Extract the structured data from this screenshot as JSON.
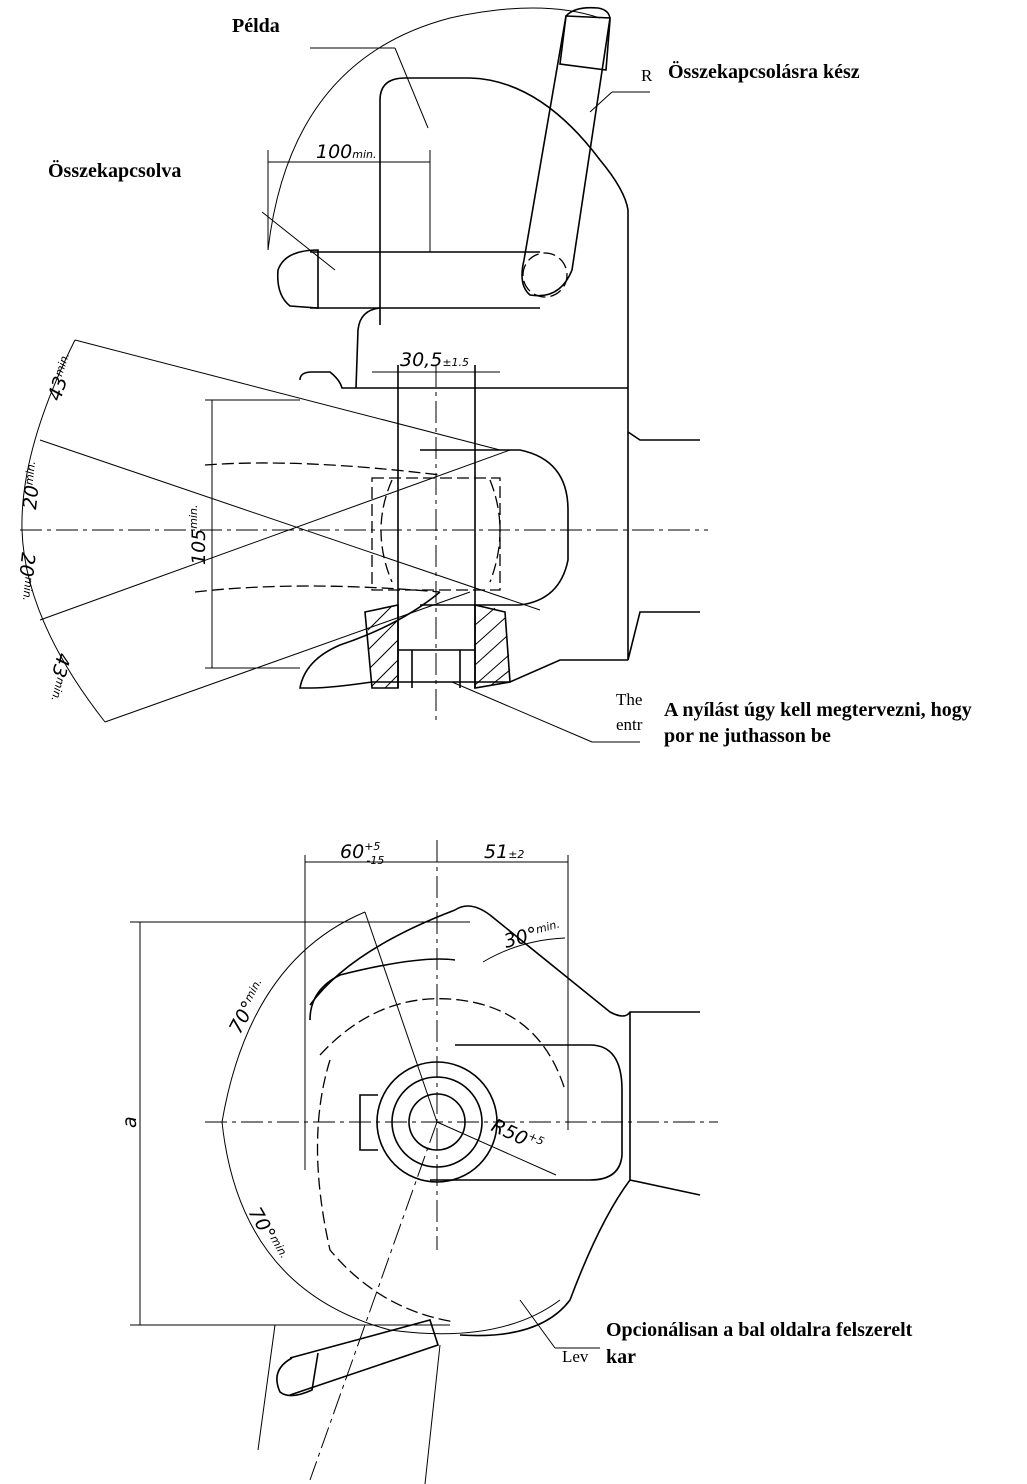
{
  "labels": {
    "pelda": "Példa",
    "osszekapcsolasra_kesz": "Összekapcsolásra kész",
    "osszekapcsolva": "Összekapcsolva",
    "nyilas_line1": "A nyílást úgy kell megtervezni, hogy",
    "nyilas_line2": "por ne juthasson be",
    "opcionalis_line1": "Opcionálisan a bal oldalra felszerelt",
    "opcionalis_line2": "kar"
  },
  "residual_text": {
    "r_mark": "R",
    "the_fragment": "The",
    "entr_fragment": "entr",
    "lev_fragment": "Lev"
  },
  "dimensions": {
    "d100": "100",
    "d100_sup": "min.",
    "d30_5": "30,5",
    "d30_5_tol": "±1.5",
    "d43_top": "43",
    "d43_top_sup": "min.",
    "d20_1": "20",
    "d20_1_sup": "min.",
    "d20_2": "20",
    "d20_2_sup": "min.",
    "d43_bottom": "43",
    "d43_bottom_sup": "min.",
    "d105": "105",
    "d105_sup": "min.",
    "d60": "60",
    "d60_plus": "+5",
    "d60_minus": "-15",
    "d51": "51",
    "d51_tol": "±2",
    "d30deg": "30°",
    "d30deg_sup": "min.",
    "d70_top": "70°",
    "d70_top_sup": "min.",
    "d70_bottom": "70°",
    "d70_bottom_sup": "min.",
    "r50": "R50",
    "r50_sup": "+5",
    "a": "a"
  }
}
